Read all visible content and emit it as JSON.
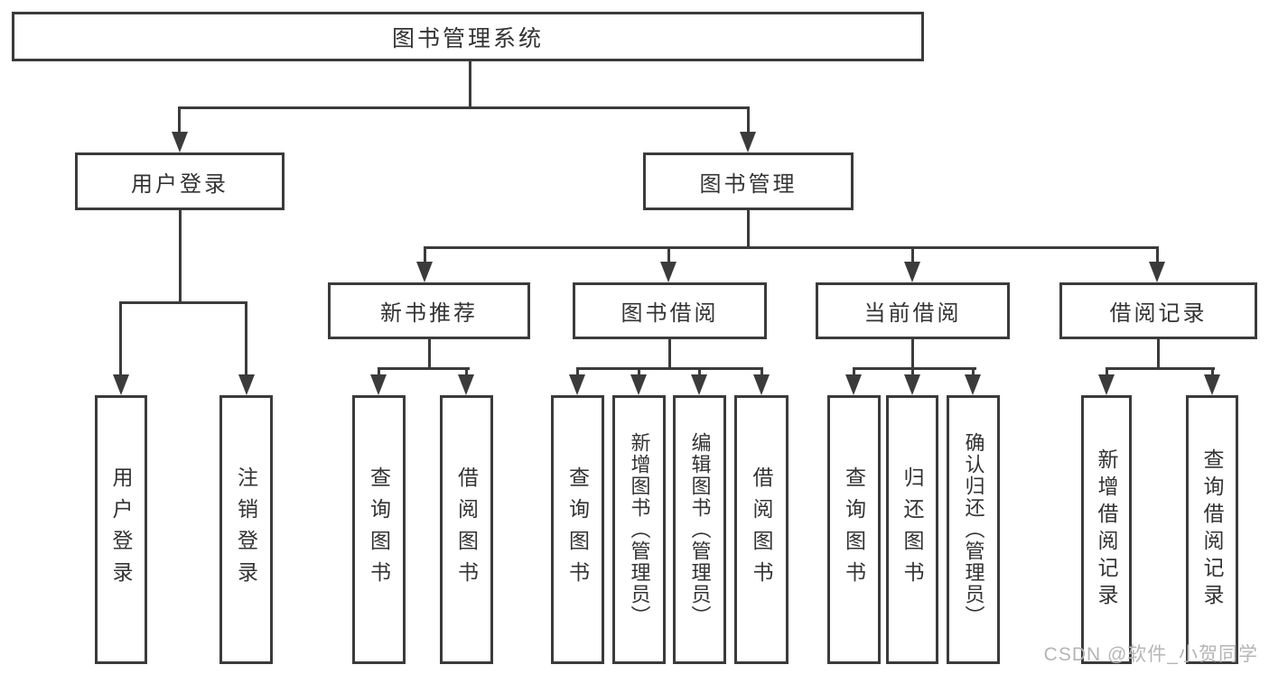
{
  "colors": {
    "line": "#3b3b3b",
    "text": "#333333",
    "fill": "#ffffff",
    "watermark": "#b5b5b5"
  },
  "watermark": "CSDN @软件_小贺同学",
  "root": {
    "label": "图书管理系统",
    "children": [
      {
        "label": "用户登录",
        "children": [
          {
            "label": "用户登录"
          },
          {
            "label": "注销登录"
          }
        ]
      },
      {
        "label": "图书管理",
        "children": [
          {
            "label": "新书推荐",
            "children": [
              {
                "label": "查询图书"
              },
              {
                "label": "借阅图书"
              }
            ]
          },
          {
            "label": "图书借阅",
            "children": [
              {
                "label": "查询图书"
              },
              {
                "label": "新增图书（管理员）"
              },
              {
                "label": "编辑图书（管理员）"
              },
              {
                "label": "借阅图书"
              }
            ]
          },
          {
            "label": "当前借阅",
            "children": [
              {
                "label": "查询图书"
              },
              {
                "label": "归还图书"
              },
              {
                "label": "确认归还（管理员）"
              }
            ]
          },
          {
            "label": "借阅记录",
            "children": [
              {
                "label": "新增借阅记录"
              },
              {
                "label": "查询借阅记录"
              }
            ]
          }
        ]
      }
    ]
  }
}
